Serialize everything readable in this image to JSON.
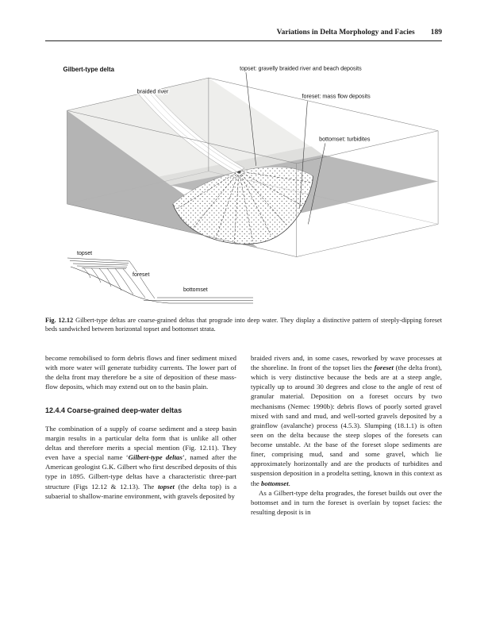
{
  "header": {
    "title": "Variations in Delta Morphology and Facies",
    "page_number": "189"
  },
  "figure": {
    "diagram": {
      "title": "Gilbert-type delta",
      "river_label": "braided river",
      "topset_label": "topset: gravelly braided river and beach deposits",
      "foreset_label": "foreset: mass flow deposits",
      "bottomset_label": "bottomset: turbidites"
    },
    "section": {
      "topset": "topset",
      "foreset": "foreset",
      "bottomset": "bottomset"
    },
    "caption": {
      "label": "Fig. 12.12",
      "text": "Gilbert-type deltas are coarse-grained deltas that prograde into deep water. They display a distinctive pattern of steeply-dipping foreset beds sandwiched between horizontal topset and bottomset strata."
    }
  },
  "body": {
    "left": {
      "para1": "become remobilised to form debris flows and finer sediment mixed with more water will generate turbidity currents. The lower part of the delta front may therefore be a site of deposition of these mass-flow deposits, which may extend out on to the basin plain.",
      "heading": "12.4.4  Coarse-grained deep-water deltas",
      "para2": [
        {
          "t": "The combination of a supply of coarse sediment and a steep basin margin results in a particular delta form that is unlike all other deltas and therefore merits a special mention (Fig. 12.11). They even have a special name ‘"
        },
        {
          "t": "Gilbert-type deltas",
          "bi": true
        },
        {
          "t": "’, named after the American geologist G.K. Gilbert who first described deposits of this type in 1895. Gilbert-type deltas have a characteristic three-part structure (Figs 12.12 & 12.13). The "
        },
        {
          "t": "topset",
          "bi": true
        },
        {
          "t": " (the delta top) is a subaerial to shallow-marine environment, with gravels deposited by"
        }
      ]
    },
    "right": {
      "para1": [
        {
          "t": "braided rivers and, in some cases, reworked by wave processes at the shoreline. In front of the topset lies the "
        },
        {
          "t": "foreset",
          "bi": true
        },
        {
          "t": " (the delta front), which is very distinctive because the beds are at a steep angle, typically up to around 30 degrees and close to the angle of rest of granular material. Deposition on a foreset occurs by two mechanisms (Nemec 1990b): debris flows of poorly sorted gravel mixed with sand and mud, and well-sorted gravels deposited by a grainflow (avalanche) process (4.5.3). Slumping (18.1.1) is often seen on the delta because the steep slopes of the foresets can become unstable. At the base of the foreset slope sediments are finer, comprising mud, sand and some gravel, which lie approximately horizontally and are the products of turbidites and suspension deposition in a prodelta setting, known in this context as the "
        },
        {
          "t": "bottomset",
          "bi": true
        },
        {
          "t": "."
        }
      ],
      "para2": "As a Gilbert-type delta progrades, the foreset builds out over the bottomset and in turn the foreset is overlain by topset facies: the resulting deposit is in"
    }
  },
  "colors": {
    "land_front_face": "#b4b4b4",
    "slope_surface": "#eeeeec",
    "water_plane": "#b9b9b9",
    "wireframe": "#8a8a8a"
  }
}
